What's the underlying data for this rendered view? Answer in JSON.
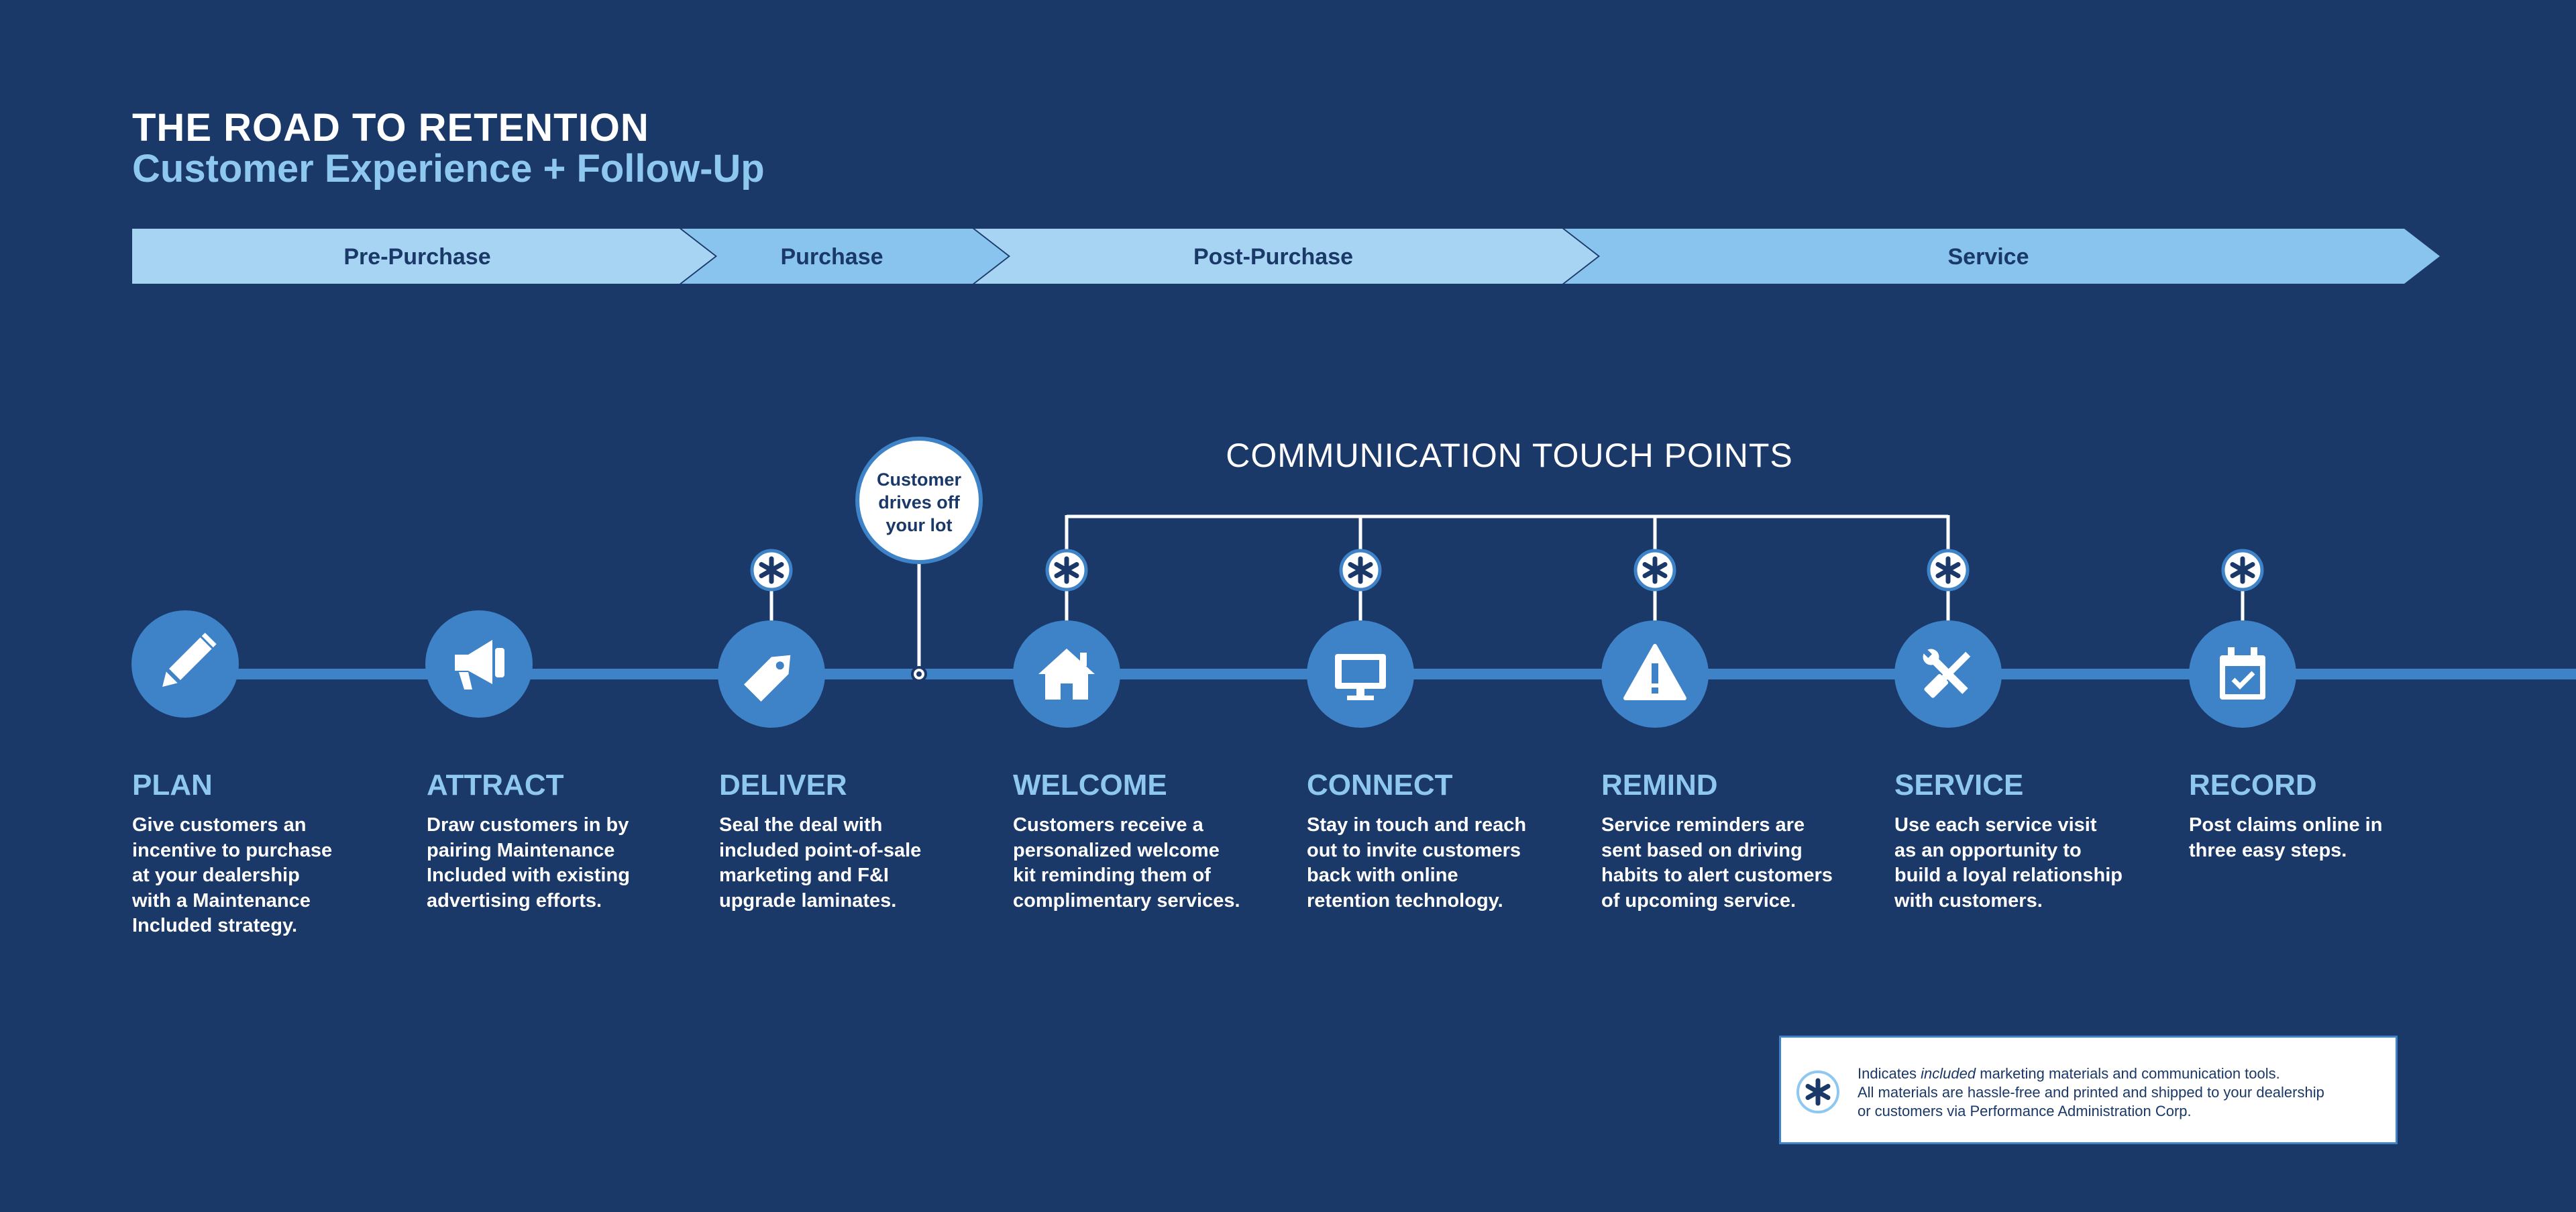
{
  "header": {
    "title": "THE ROAD TO RETENTION",
    "subtitle": "Customer Experience + Follow-Up"
  },
  "phases": [
    "Pre-Purchase",
    "Purchase",
    "Post-Purchase",
    "Service"
  ],
  "communication_title": "COMMUNICATION TOUCH POINTS",
  "milestone": {
    "line1": "Customer",
    "line2": "drives off",
    "line3": "your lot"
  },
  "steps": [
    {
      "name": "PLAN",
      "icon": "pencil-icon",
      "desc": [
        "Give customers an",
        "incentive to purchase",
        "at your dealership",
        "with a Maintenance",
        "Included strategy."
      ]
    },
    {
      "name": "ATTRACT",
      "icon": "megaphone-icon",
      "desc": [
        "Draw customers in by",
        "pairing Maintenance",
        "Included with existing",
        "advertising efforts."
      ]
    },
    {
      "name": "DELIVER",
      "icon": "tag-icon",
      "desc": [
        "Seal the deal with",
        "included point-of-sale",
        "marketing and F&I",
        "upgrade laminates."
      ]
    },
    {
      "name": "WELCOME",
      "icon": "house-icon",
      "desc": [
        "Customers receive a",
        "personalized welcome",
        "kit reminding them of",
        "complimentary services."
      ]
    },
    {
      "name": "CONNECT",
      "icon": "monitor-icon",
      "desc": [
        "Stay in touch and reach",
        "out to invite customers",
        "back with online",
        "retention technology."
      ]
    },
    {
      "name": "REMIND",
      "icon": "warning-icon",
      "desc": [
        "Service reminders are",
        "sent based on driving",
        "habits to alert customers",
        "of upcoming service."
      ]
    },
    {
      "name": "SERVICE",
      "icon": "tools-icon",
      "desc": [
        "Use each service visit",
        "as an opportunity to",
        "build a loyal relationship",
        "with customers."
      ]
    },
    {
      "name": "RECORD",
      "icon": "calendar-check-icon",
      "desc": [
        "Post claims online in",
        "three easy steps."
      ]
    }
  ],
  "legend": {
    "line1_prefix": "Indicates ",
    "line1_emphasis": "included",
    "line1_suffix": " marketing materials and communication tools.",
    "line2": "All materials are hassle-free and printed and shipped to your dealership",
    "line3": "or customers via Performance Administration Corp."
  },
  "colors": {
    "background": "#1a3868",
    "accent": "#3e82c8",
    "light_blue": "#8ec8f0",
    "phase_light": "#a8d4f4",
    "phase_mid": "#88c4ee"
  }
}
